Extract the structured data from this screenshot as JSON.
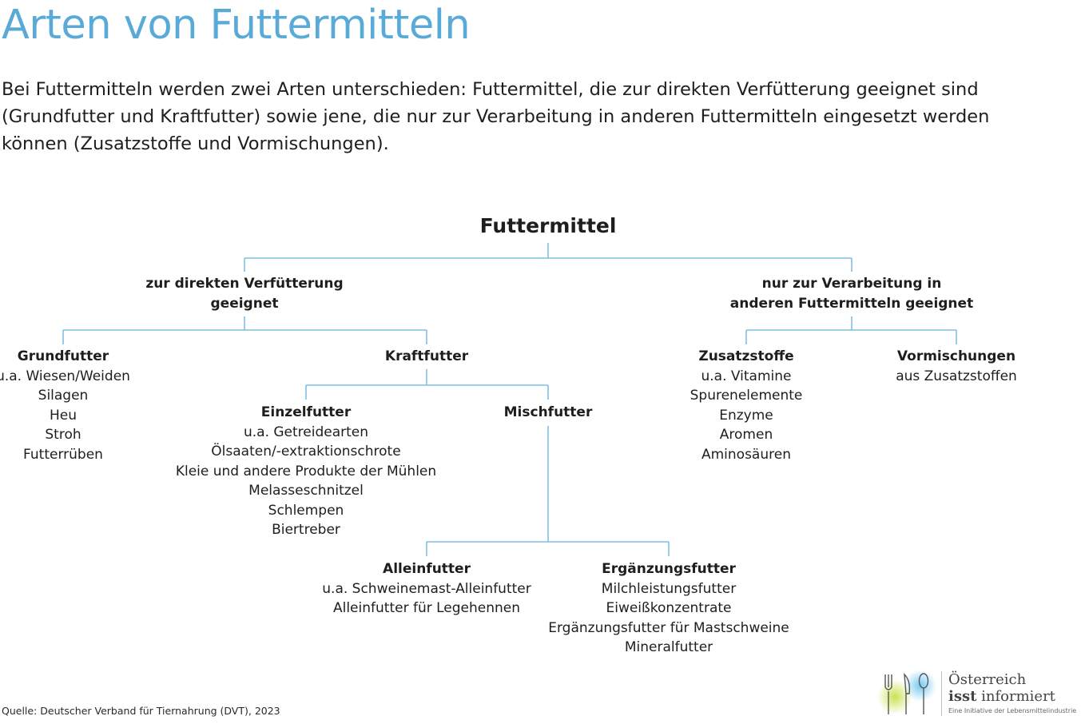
{
  "page": {
    "title": "Arten von Futtermitteln",
    "intro_lines": [
      "Bei Futtermitteln werden zwei Arten unterschieden: Futtermittel, die zur direkten Verfütterung geeignet sind",
      "(Grundfutter und Kraftfutter) sowie jene, die nur zur Verarbeitung in anderen Futtermitteln eingesetzt werden",
      "können (Zusatzstoffe und Vormischungen)."
    ],
    "source": "Quelle: Deutscher Verband für Tiernahrung (DVT), 2023"
  },
  "diagram": {
    "root": "Futtermittel",
    "branch_direct": [
      "zur direkten Verfütterung",
      "geeignet"
    ],
    "branch_processing": [
      "nur zur Verarbeitung in",
      "anderen Futtermitteln geeignet"
    ],
    "grundfutter": {
      "head": "Grundfutter",
      "items": [
        "u.a. Wiesen/Weiden",
        "Silagen",
        "Heu",
        "Stroh",
        "Futterrüben"
      ]
    },
    "kraftfutter": {
      "head": "Kraftfutter"
    },
    "einzelfutter": {
      "head": "Einzelfutter",
      "items": [
        "u.a. Getreidearten",
        "Ölsaaten/-extraktionschrote",
        "Kleie und andere Produkte der Mühlen",
        "Melasseschnitzel",
        "Schlempen",
        "Biertreber"
      ]
    },
    "mischfutter": {
      "head": "Mischfutter"
    },
    "alleinfutter": {
      "head": "Alleinfutter",
      "items": [
        "u.a. Schweinemast-Alleinfutter",
        "Alleinfutter für Legehennen"
      ]
    },
    "ergaenzungsfutter": {
      "head": "Ergänzungsfutter",
      "items": [
        "Milchleistungsfutter",
        "Eiweißkonzentrate",
        "Ergänzungsfutter für Mastschweine",
        "Mineralfutter"
      ]
    },
    "zusatzstoffe": {
      "head": "Zusatzstoffe",
      "items": [
        "u.a. Vitamine",
        "Spurenelemente",
        "Enzyme",
        "Aromen",
        "Aminosäuren"
      ]
    },
    "vormischungen": {
      "head": "Vormischungen",
      "items": [
        "aus Zusatzstoffen"
      ]
    },
    "line_color": "#7fbfe3"
  },
  "logo": {
    "line1": "Österreich",
    "line2_bold": "isst",
    "line2_rest": " informiert",
    "tagline": "Eine Initiative der Lebensmittelindustrie"
  },
  "colors": {
    "title": "#5aaad8",
    "text": "#1e1e1e",
    "connector": "#7fbfe3"
  }
}
